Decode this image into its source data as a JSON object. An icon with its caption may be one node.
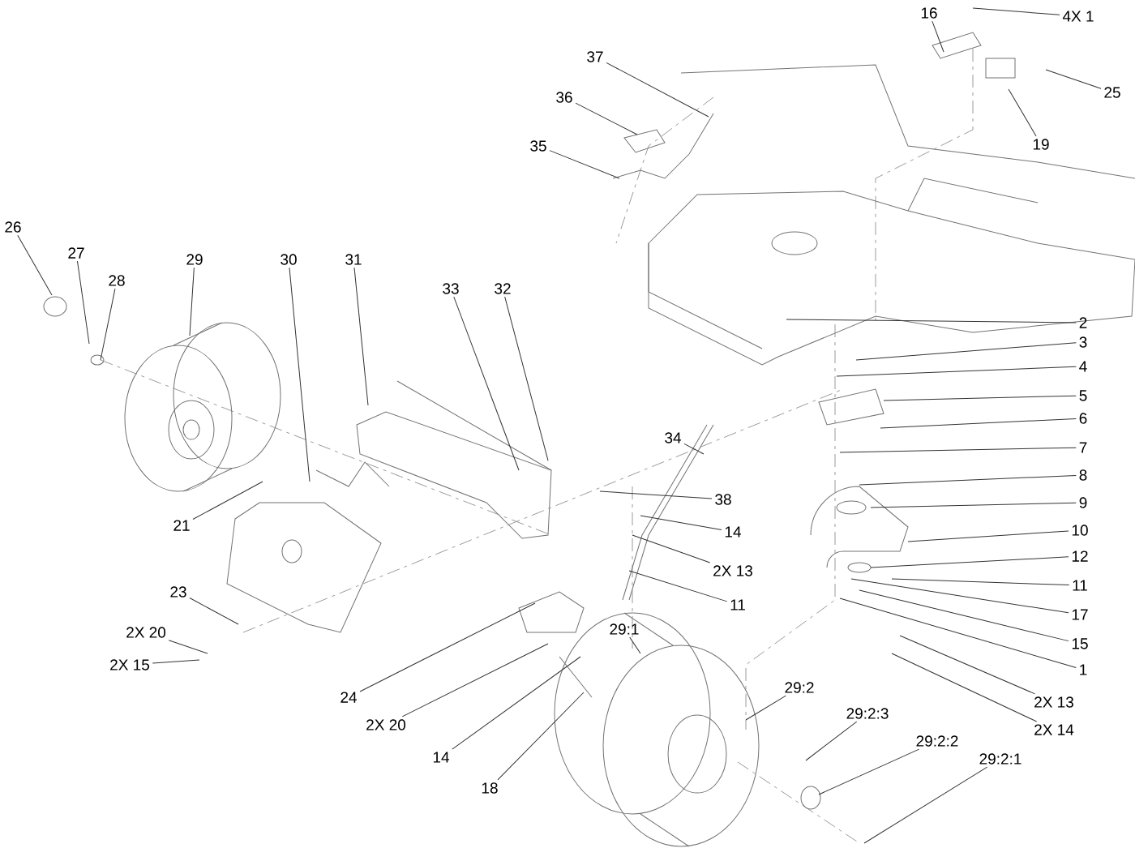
{
  "diagram": {
    "nodes": [
      {
        "text": [
          "26"
        ]
      },
      {
        "text": [
          "27"
        ]
      },
      {
        "text": [
          "28"
        ]
      },
      {
        "text": [
          "29"
        ]
      },
      {
        "text": [
          "30"
        ]
      },
      {
        "text": [
          "31"
        ]
      },
      {
        "text": [
          "33"
        ]
      },
      {
        "text": [
          "32"
        ]
      },
      {
        "text": [
          "37"
        ]
      },
      {
        "text": [
          "36"
        ]
      },
      {
        "text": [
          "35"
        ]
      },
      {
        "text": [
          "16"
        ]
      },
      {
        "text": [
          "4X 1"
        ]
      },
      {
        "text": [
          "25"
        ]
      },
      {
        "text": [
          "19"
        ]
      },
      {
        "text": [
          "2"
        ]
      },
      {
        "text": [
          "3"
        ]
      },
      {
        "text": [
          "4"
        ]
      },
      {
        "text": [
          "5"
        ]
      },
      {
        "text": [
          "6"
        ]
      },
      {
        "text": [
          "7"
        ]
      },
      {
        "text": [
          "8"
        ]
      },
      {
        "text": [
          "9"
        ]
      },
      {
        "text": [
          "10"
        ]
      },
      {
        "text": [
          "12"
        ]
      },
      {
        "text": [
          "11"
        ]
      },
      {
        "text": [
          "17"
        ]
      },
      {
        "text": [
          "15"
        ]
      },
      {
        "text": [
          "1"
        ]
      },
      {
        "text": [
          "2X 13"
        ]
      },
      {
        "text": [
          "2X 14"
        ]
      },
      {
        "text": [
          "34"
        ]
      },
      {
        "text": [
          "38"
        ]
      },
      {
        "text": [
          "14"
        ]
      },
      {
        "text": [
          "2X 13"
        ]
      },
      {
        "text": [
          "11"
        ]
      },
      {
        "text": [
          "21"
        ]
      },
      {
        "text": [
          "23"
        ]
      },
      {
        "text": [
          "2X 20"
        ]
      },
      {
        "text": [
          "2X 15"
        ]
      },
      {
        "text": [
          "24"
        ]
      },
      {
        "text": [
          "2X 20"
        ]
      },
      {
        "text": [
          "14"
        ]
      },
      {
        "text": [
          "18"
        ]
      },
      {
        "text": [
          "29:1"
        ]
      },
      {
        "text": [
          "29:2"
        ]
      },
      {
        "text": [
          "29:2:3"
        ]
      },
      {
        "text": [
          "29:2:2"
        ]
      },
      {
        "text": [
          "29:2:1"
        ]
      }
    ],
    "edges": [
      {
        "from": 0,
        "to": null,
        "arrow": "none"
      },
      {
        "from": 1,
        "to": null,
        "arrow": "none"
      },
      {
        "from": 2,
        "to": null,
        "arrow": "none"
      },
      {
        "from": 3,
        "to": null,
        "arrow": "none"
      },
      {
        "from": 4,
        "to": null,
        "arrow": "none"
      },
      {
        "from": 5,
        "to": null,
        "arrow": "none"
      },
      {
        "from": 6,
        "to": null,
        "arrow": "none"
      },
      {
        "from": 7,
        "to": null,
        "arrow": "none"
      },
      {
        "from": 8,
        "to": null,
        "arrow": "none"
      },
      {
        "from": 9,
        "to": null,
        "arrow": "none"
      },
      {
        "from": 10,
        "to": null,
        "arrow": "none"
      },
      {
        "from": 11,
        "to": null,
        "arrow": "none"
      },
      {
        "from": 12,
        "to": null,
        "arrow": "none"
      },
      {
        "from": 13,
        "to": null,
        "arrow": "none"
      },
      {
        "from": 14,
        "to": null,
        "arrow": "none"
      },
      {
        "from": 15,
        "to": null,
        "arrow": "none"
      },
      {
        "from": 16,
        "to": null,
        "arrow": "none"
      },
      {
        "from": 17,
        "to": null,
        "arrow": "none"
      },
      {
        "from": 18,
        "to": null,
        "arrow": "none"
      },
      {
        "from": 19,
        "to": null,
        "arrow": "none"
      },
      {
        "from": 20,
        "to": null,
        "arrow": "none"
      },
      {
        "from": 21,
        "to": null,
        "arrow": "none"
      },
      {
        "from": 22,
        "to": null,
        "arrow": "none"
      },
      {
        "from": 23,
        "to": null,
        "arrow": "none"
      },
      {
        "from": 24,
        "to": null,
        "arrow": "none"
      },
      {
        "from": 25,
        "to": null,
        "arrow": "none"
      },
      {
        "from": 26,
        "to": null,
        "arrow": "none"
      },
      {
        "from": 27,
        "to": null,
        "arrow": "none"
      },
      {
        "from": 28,
        "to": null,
        "arrow": "none"
      },
      {
        "from": 29,
        "to": null,
        "arrow": "none"
      },
      {
        "from": 30,
        "to": null,
        "arrow": "none"
      },
      {
        "from": 31,
        "to": null,
        "arrow": "none"
      },
      {
        "from": 32,
        "to": null,
        "arrow": "none"
      },
      {
        "from": 33,
        "to": null,
        "arrow": "none"
      },
      {
        "from": 34,
        "to": null,
        "arrow": "none"
      },
      {
        "from": 35,
        "to": null,
        "arrow": "none"
      },
      {
        "from": 36,
        "to": null,
        "arrow": "none"
      },
      {
        "from": 37,
        "to": null,
        "arrow": "none"
      },
      {
        "from": 38,
        "to": null,
        "arrow": "none"
      },
      {
        "from": 39,
        "to": null,
        "arrow": "none"
      },
      {
        "from": 40,
        "to": null,
        "arrow": "none"
      },
      {
        "from": 41,
        "to": null,
        "arrow": "none"
      },
      {
        "from": 42,
        "to": null,
        "arrow": "none"
      },
      {
        "from": 43,
        "to": null,
        "arrow": "none"
      },
      {
        "from": 44,
        "to": null,
        "arrow": "none"
      },
      {
        "from": 45,
        "to": null,
        "arrow": "none"
      },
      {
        "from": 46,
        "to": null,
        "arrow": "none"
      },
      {
        "from": 47,
        "to": null,
        "arrow": "none"
      },
      {
        "from": 48,
        "to": null,
        "arrow": "none"
      }
    ]
  }
}
